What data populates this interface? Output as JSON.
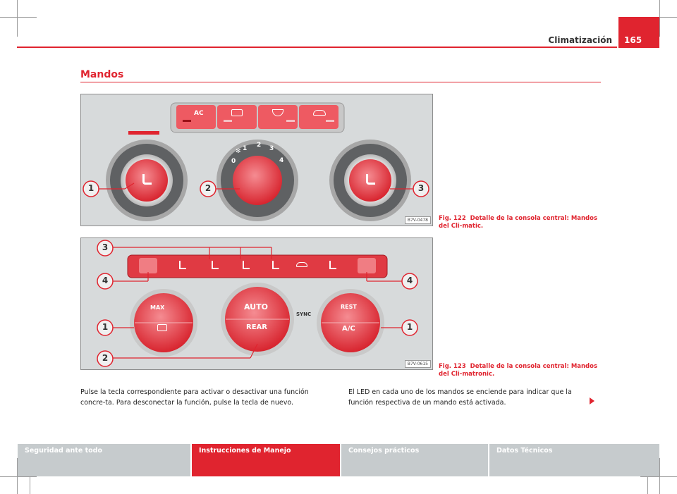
{
  "header": {
    "chapter": "Climatización",
    "page_number": "165"
  },
  "section": {
    "title": "Mandos"
  },
  "figures": [
    {
      "code": "B7V-0478",
      "caption_number": "Fig. 122",
      "caption_text": "Detalle de la consola central: Mandos del Cli-matic.",
      "callouts": [
        "1",
        "2",
        "3"
      ],
      "button_labels": [
        "AC"
      ],
      "dial_numbers": [
        "0",
        "1",
        "2",
        "3",
        "4"
      ]
    },
    {
      "code": "B7V-0615",
      "caption_number": "Fig. 123",
      "caption_text": "Detalle de la consola central: Mandos del Cli-matronic.",
      "callouts": [
        "3",
        "4",
        "4",
        "1",
        "1",
        "2"
      ],
      "knob_labels": {
        "left_top": "MAX",
        "center_top": "AUTO",
        "center_bottom": "REAR",
        "sync": "SYNC",
        "right_top": "REST",
        "right_bottom": "A/C"
      }
    }
  ],
  "body": {
    "left_paragraph": "Pulse la tecla correspondiente para activar o desactivar una función concre-ta. Para desconectar la función, pulse la tecla de nuevo.",
    "right_paragraph": "El LED en cada uno de los mandos se enciende para indicar que la función respectiva de un mando está activada."
  },
  "footer_tabs": [
    {
      "label": "Seguridad ante todo",
      "active": false
    },
    {
      "label": "Instrucciones de Manejo",
      "active": true
    },
    {
      "label": "Consejos prácticos",
      "active": false
    },
    {
      "label": "Datos Técnicos",
      "active": false
    }
  ],
  "colors": {
    "accent": "#e0242f",
    "tab_inactive": "#c6cbcd",
    "figure_bg": "#d7dadb"
  },
  "icons": [
    "arrow-continue-icon",
    "seat-heating-icon",
    "rear-defrost-icon",
    "windscreen-defrost-icon",
    "recirculation-icon",
    "fan-icon"
  ]
}
